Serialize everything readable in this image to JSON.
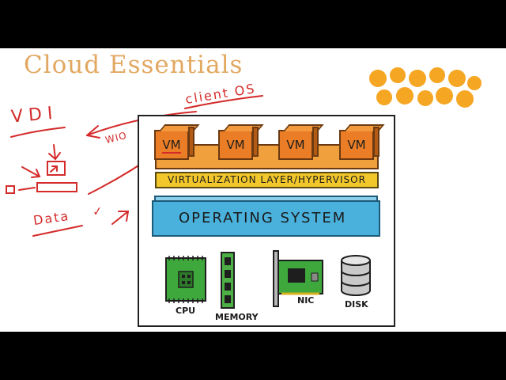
{
  "title": "Cloud Essentials",
  "annotations": {
    "vdi": "VDI",
    "client_os": "client OS",
    "wio": "WIO",
    "data": "Data",
    "check": "✓"
  },
  "vms": [
    "VM",
    "VM",
    "VM",
    "VM"
  ],
  "layers": {
    "hypervisor": "VIRTUALIZATION LAYER/HYPERVISOR",
    "os": "OPERATING SYSTEM"
  },
  "hardware": [
    "CPU",
    "MEMORY",
    "NIC",
    "DISK"
  ],
  "colors": {
    "title": "#e2a861",
    "annotation": "#d42a2a",
    "vm": "#ea7d25",
    "hypervisor": "#f2c72b",
    "os": "#4ab1dc",
    "logo": "#f5a623"
  }
}
